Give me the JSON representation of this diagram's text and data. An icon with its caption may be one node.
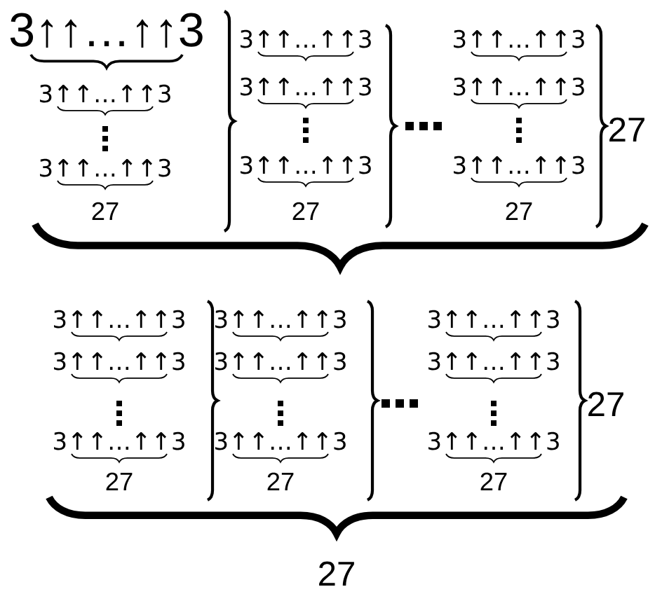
{
  "diagram": {
    "labels": [
      "3↑↑…↑↑3",
      "3↑↑…↑↑3",
      "3↑↑…↑↑3",
      "27",
      "3↑↑…↑↑3",
      "3↑↑…↑↑3",
      "3↑↑…↑↑3",
      "27",
      "3↑↑…↑↑3",
      "3↑↑…↑↑3",
      "3↑↑…↑↑3",
      "27",
      "27",
      "3↑↑…↑↑3",
      "3↑↑…↑↑3",
      "3↑↑…↑↑3",
      "27",
      "3↑↑…↑↑3",
      "3↑↑…↑↑3",
      "3↑↑…↑↑3",
      "27",
      "3↑↑…↑↑3",
      "3↑↑…↑↑3",
      "3↑↑…↑↑3",
      "27",
      "27",
      "27"
    ]
  }
}
